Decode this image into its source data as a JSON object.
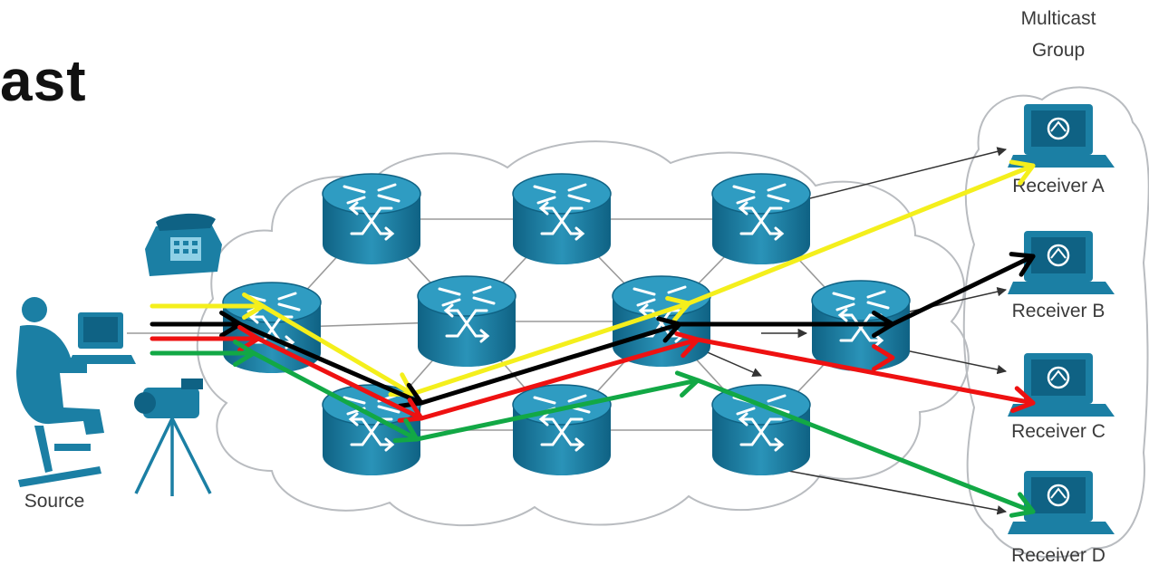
{
  "slide_title": "ast",
  "group_label": {
    "line1": "Multicast",
    "line2": "Group"
  },
  "source_label": "Source",
  "receivers": [
    {
      "id": "A",
      "label": "Receiver A"
    },
    {
      "id": "B",
      "label": "Receiver B"
    },
    {
      "id": "C",
      "label": "Receiver C"
    },
    {
      "id": "D",
      "label": "Receiver D"
    }
  ],
  "colors": {
    "device": "#1b7fa4",
    "device_dark": "#0f6284",
    "cloud_stroke": "#b9bcc0",
    "link": "#9a9a9a",
    "path_yellow": "#f4ef1c",
    "path_black": "#000000",
    "path_red": "#ee1111",
    "path_green": "#12a845"
  },
  "multicast_paths": [
    {
      "name": "yellow",
      "color": "#f4ef1c",
      "to": "Receiver A"
    },
    {
      "name": "black",
      "color": "#000000",
      "to": "Receiver B"
    },
    {
      "name": "red",
      "color": "#ee1111",
      "to": "Receiver C"
    },
    {
      "name": "green",
      "color": "#12a845",
      "to": "Receiver D"
    }
  ],
  "icons": [
    "router-icon",
    "phone-icon",
    "camera-icon",
    "workstation-icon",
    "person-icon"
  ]
}
